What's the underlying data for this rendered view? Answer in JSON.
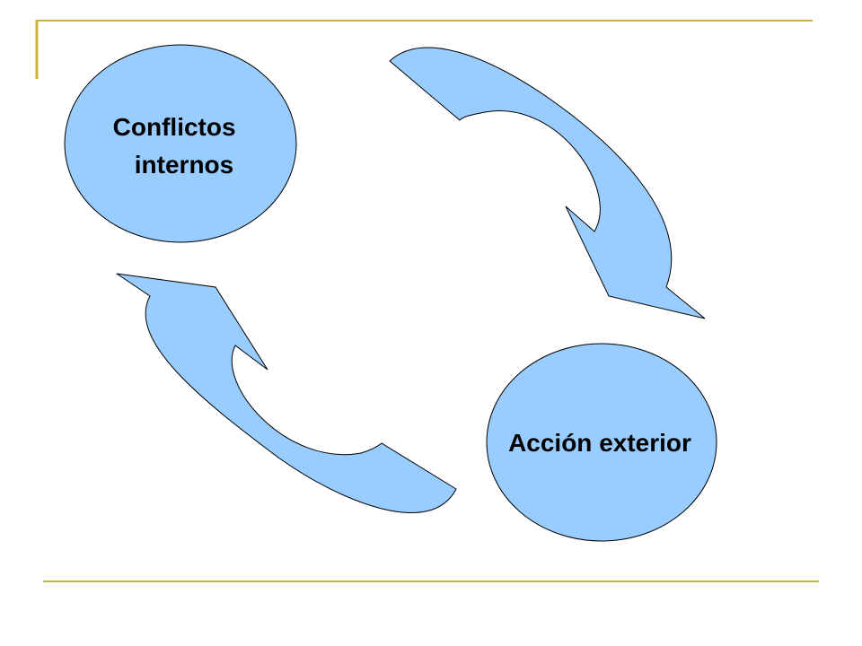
{
  "colors": {
    "accent_line": "#C8B23C",
    "node_fill": "#99CCFF",
    "arrow_fill": "#99CCFF",
    "outline": "#000000",
    "background": "#FFFFFF"
  },
  "diagram": {
    "nodes": [
      {
        "id": "conflictos",
        "label_lines": [
          "Conflictos",
          "internos"
        ]
      },
      {
        "id": "accion",
        "label_lines": [
          "Acción exterior"
        ]
      }
    ],
    "arrows": [
      {
        "from": "conflictos",
        "to": "accion",
        "direction": "clockwise"
      },
      {
        "from": "accion",
        "to": "conflictos",
        "direction": "clockwise"
      }
    ]
  }
}
